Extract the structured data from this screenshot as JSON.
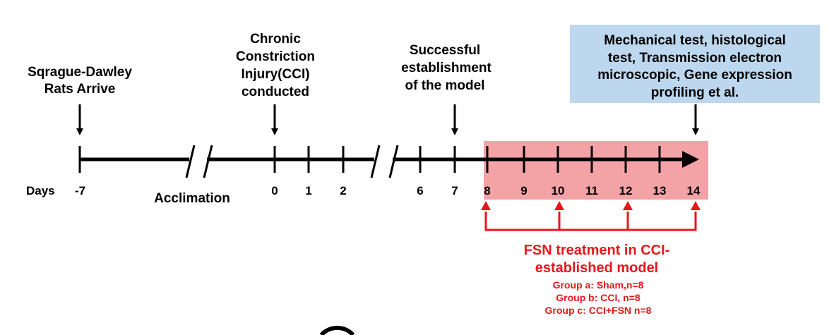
{
  "colors": {
    "black": "#000000",
    "red": "#e8161b",
    "red_box": "#f3a3a6",
    "blue_box": "#bdd7ee"
  },
  "labels": {
    "arrive_line1": "Sqrague-Dawley",
    "arrive_line2": "Rats Arrive",
    "cci_line1": "Chronic",
    "cci_line2": "Constriction",
    "cci_line3": "Injury(CCI)",
    "cci_line4": "conducted",
    "model_line1": "Successful",
    "model_line2": "establishment",
    "model_line3": "of the model",
    "tests_line1": "Mechanical test, histological",
    "tests_line2": "test, Transmission electron",
    "tests_line3": "microscopic, Gene expression",
    "tests_line4": "profiling et al.",
    "days_prefix": "Days",
    "acclimation": "Acclimation",
    "fsn_line1": "FSN treatment in CCI-",
    "fsn_line2": "established model",
    "group_a": "Group a: Sham,n=8",
    "group_b": "Group b: CCI, n=8",
    "group_c": "Group c: CCI+FSN n=8"
  },
  "timeline": {
    "ticks": [
      "-7",
      "0",
      "1",
      "2",
      "6",
      "7",
      "8",
      "9",
      "10",
      "11",
      "12",
      "13",
      "14"
    ],
    "treatment_days": [
      "8",
      "10",
      "12",
      "14"
    ]
  }
}
